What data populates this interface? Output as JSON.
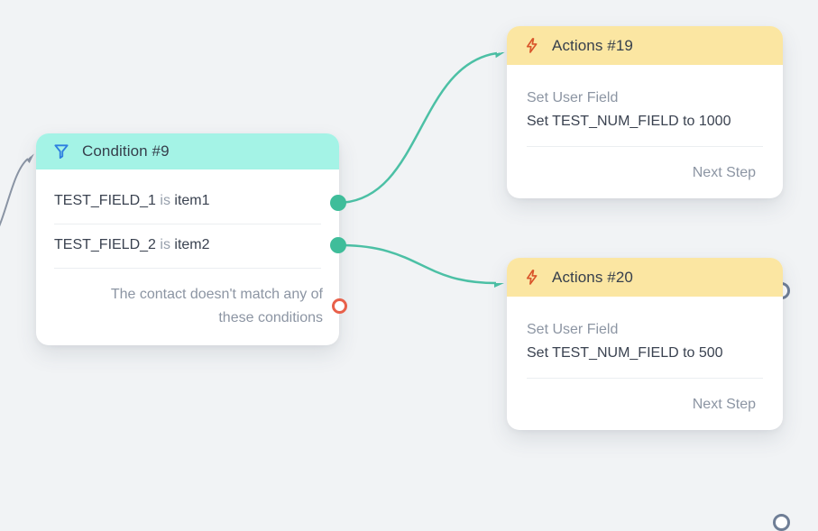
{
  "canvas": {
    "bg": "#F1F3F5"
  },
  "colors": {
    "condition_header": "#A4F3E6",
    "actions_header": "#FBE6A2",
    "edge_teal": "#4CC0A5",
    "edge_gray": "#8A94A4",
    "dot_green": "#3FBD9A",
    "no_match_red": "#E8604A",
    "next_step_ring": "#6F7E96",
    "filter_icon_blue": "#2D7FE0",
    "lightning_icon_orange": "#D9552B"
  },
  "condition_node": {
    "title": "Condition #9",
    "icon": "filter-icon",
    "rows": [
      {
        "field": "TEST_FIELD_1",
        "operator": "is",
        "value": "item1"
      },
      {
        "field": "TEST_FIELD_2",
        "operator": "is",
        "value": "item2"
      }
    ],
    "no_match_text": "The contact doesn't match any of these conditions"
  },
  "action_nodes": [
    {
      "title": "Actions #19",
      "icon": "lightning-icon",
      "action_label": "Set User Field",
      "action_detail": "Set TEST_NUM_FIELD to 1000",
      "next_step_label": "Next Step"
    },
    {
      "title": "Actions #20",
      "icon": "lightning-icon",
      "action_label": "Set User Field",
      "action_detail": "Set TEST_NUM_FIELD to 500",
      "next_step_label": "Next Step"
    }
  ]
}
